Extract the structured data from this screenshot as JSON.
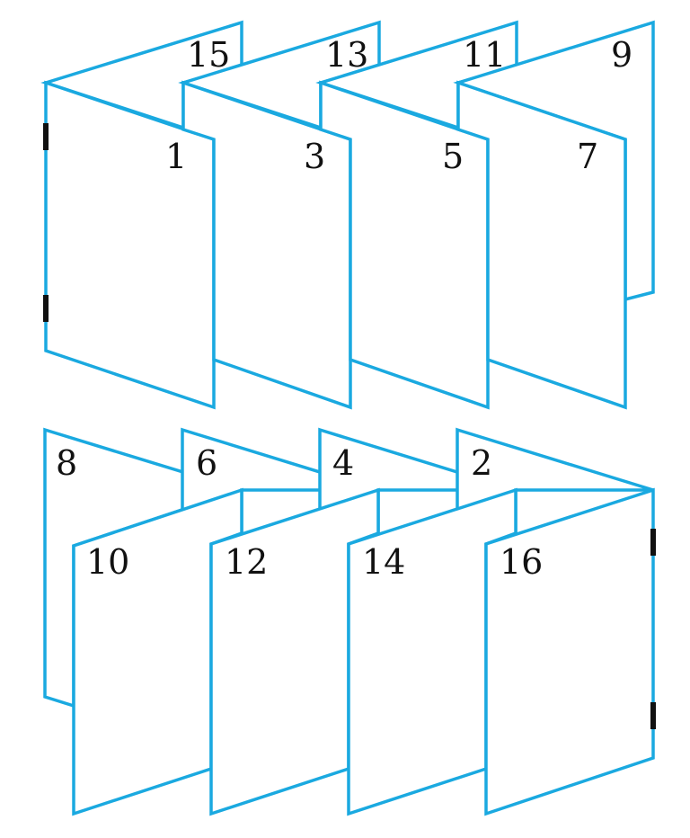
{
  "diagram": {
    "top_strip": {
      "back_pages": [
        "15",
        "13",
        "11",
        "9"
      ],
      "front_pages": [
        "1",
        "3",
        "5",
        "7"
      ]
    },
    "bottom_strip": {
      "back_pages": [
        "8",
        "6",
        "4",
        "2"
      ],
      "front_pages": [
        "10",
        "12",
        "14",
        "16"
      ]
    },
    "colors": {
      "panel_outline": "#1aa9e0",
      "sewing_mark": "#111111",
      "text": "#111111"
    }
  }
}
